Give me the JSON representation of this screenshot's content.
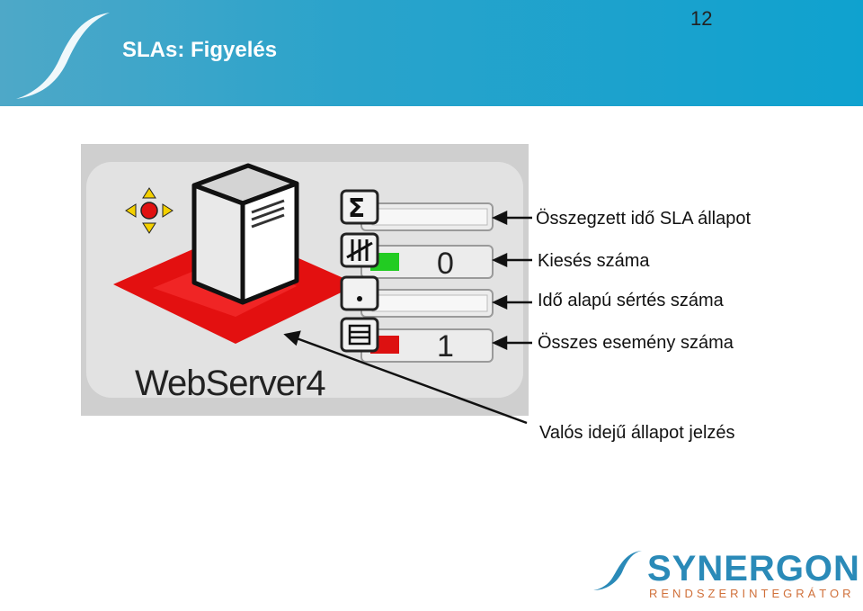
{
  "slide": {
    "title": "SLAs: Figyelés",
    "page_number": "12"
  },
  "panel": {
    "server_name": "WebServer4",
    "rows": [
      {
        "icon": "sigma-icon",
        "count": "",
        "indicator_color": ""
      },
      {
        "icon": "outage-icon",
        "count": "0",
        "indicator_color": "#22cc22"
      },
      {
        "icon": "timer-icon",
        "count": "",
        "indicator_color": ""
      },
      {
        "icon": "list-icon",
        "count": "1",
        "indicator_color": "#dd1111"
      }
    ]
  },
  "annotations": {
    "summary": "Összegzett idő SLA állapot",
    "outages": "Kiesés száma",
    "time_violations": "Idő alapú sértés száma",
    "events": "Összes esemény száma",
    "realtime": "Valós idejű állapot jelzés"
  },
  "logo": {
    "name": "SYNERGON",
    "subtitle": "RENDSZERINTEGRÁTOR"
  },
  "colors": {
    "header": "#1aa3cc",
    "status_red": "#e01010",
    "ok_green": "#22cc22"
  }
}
